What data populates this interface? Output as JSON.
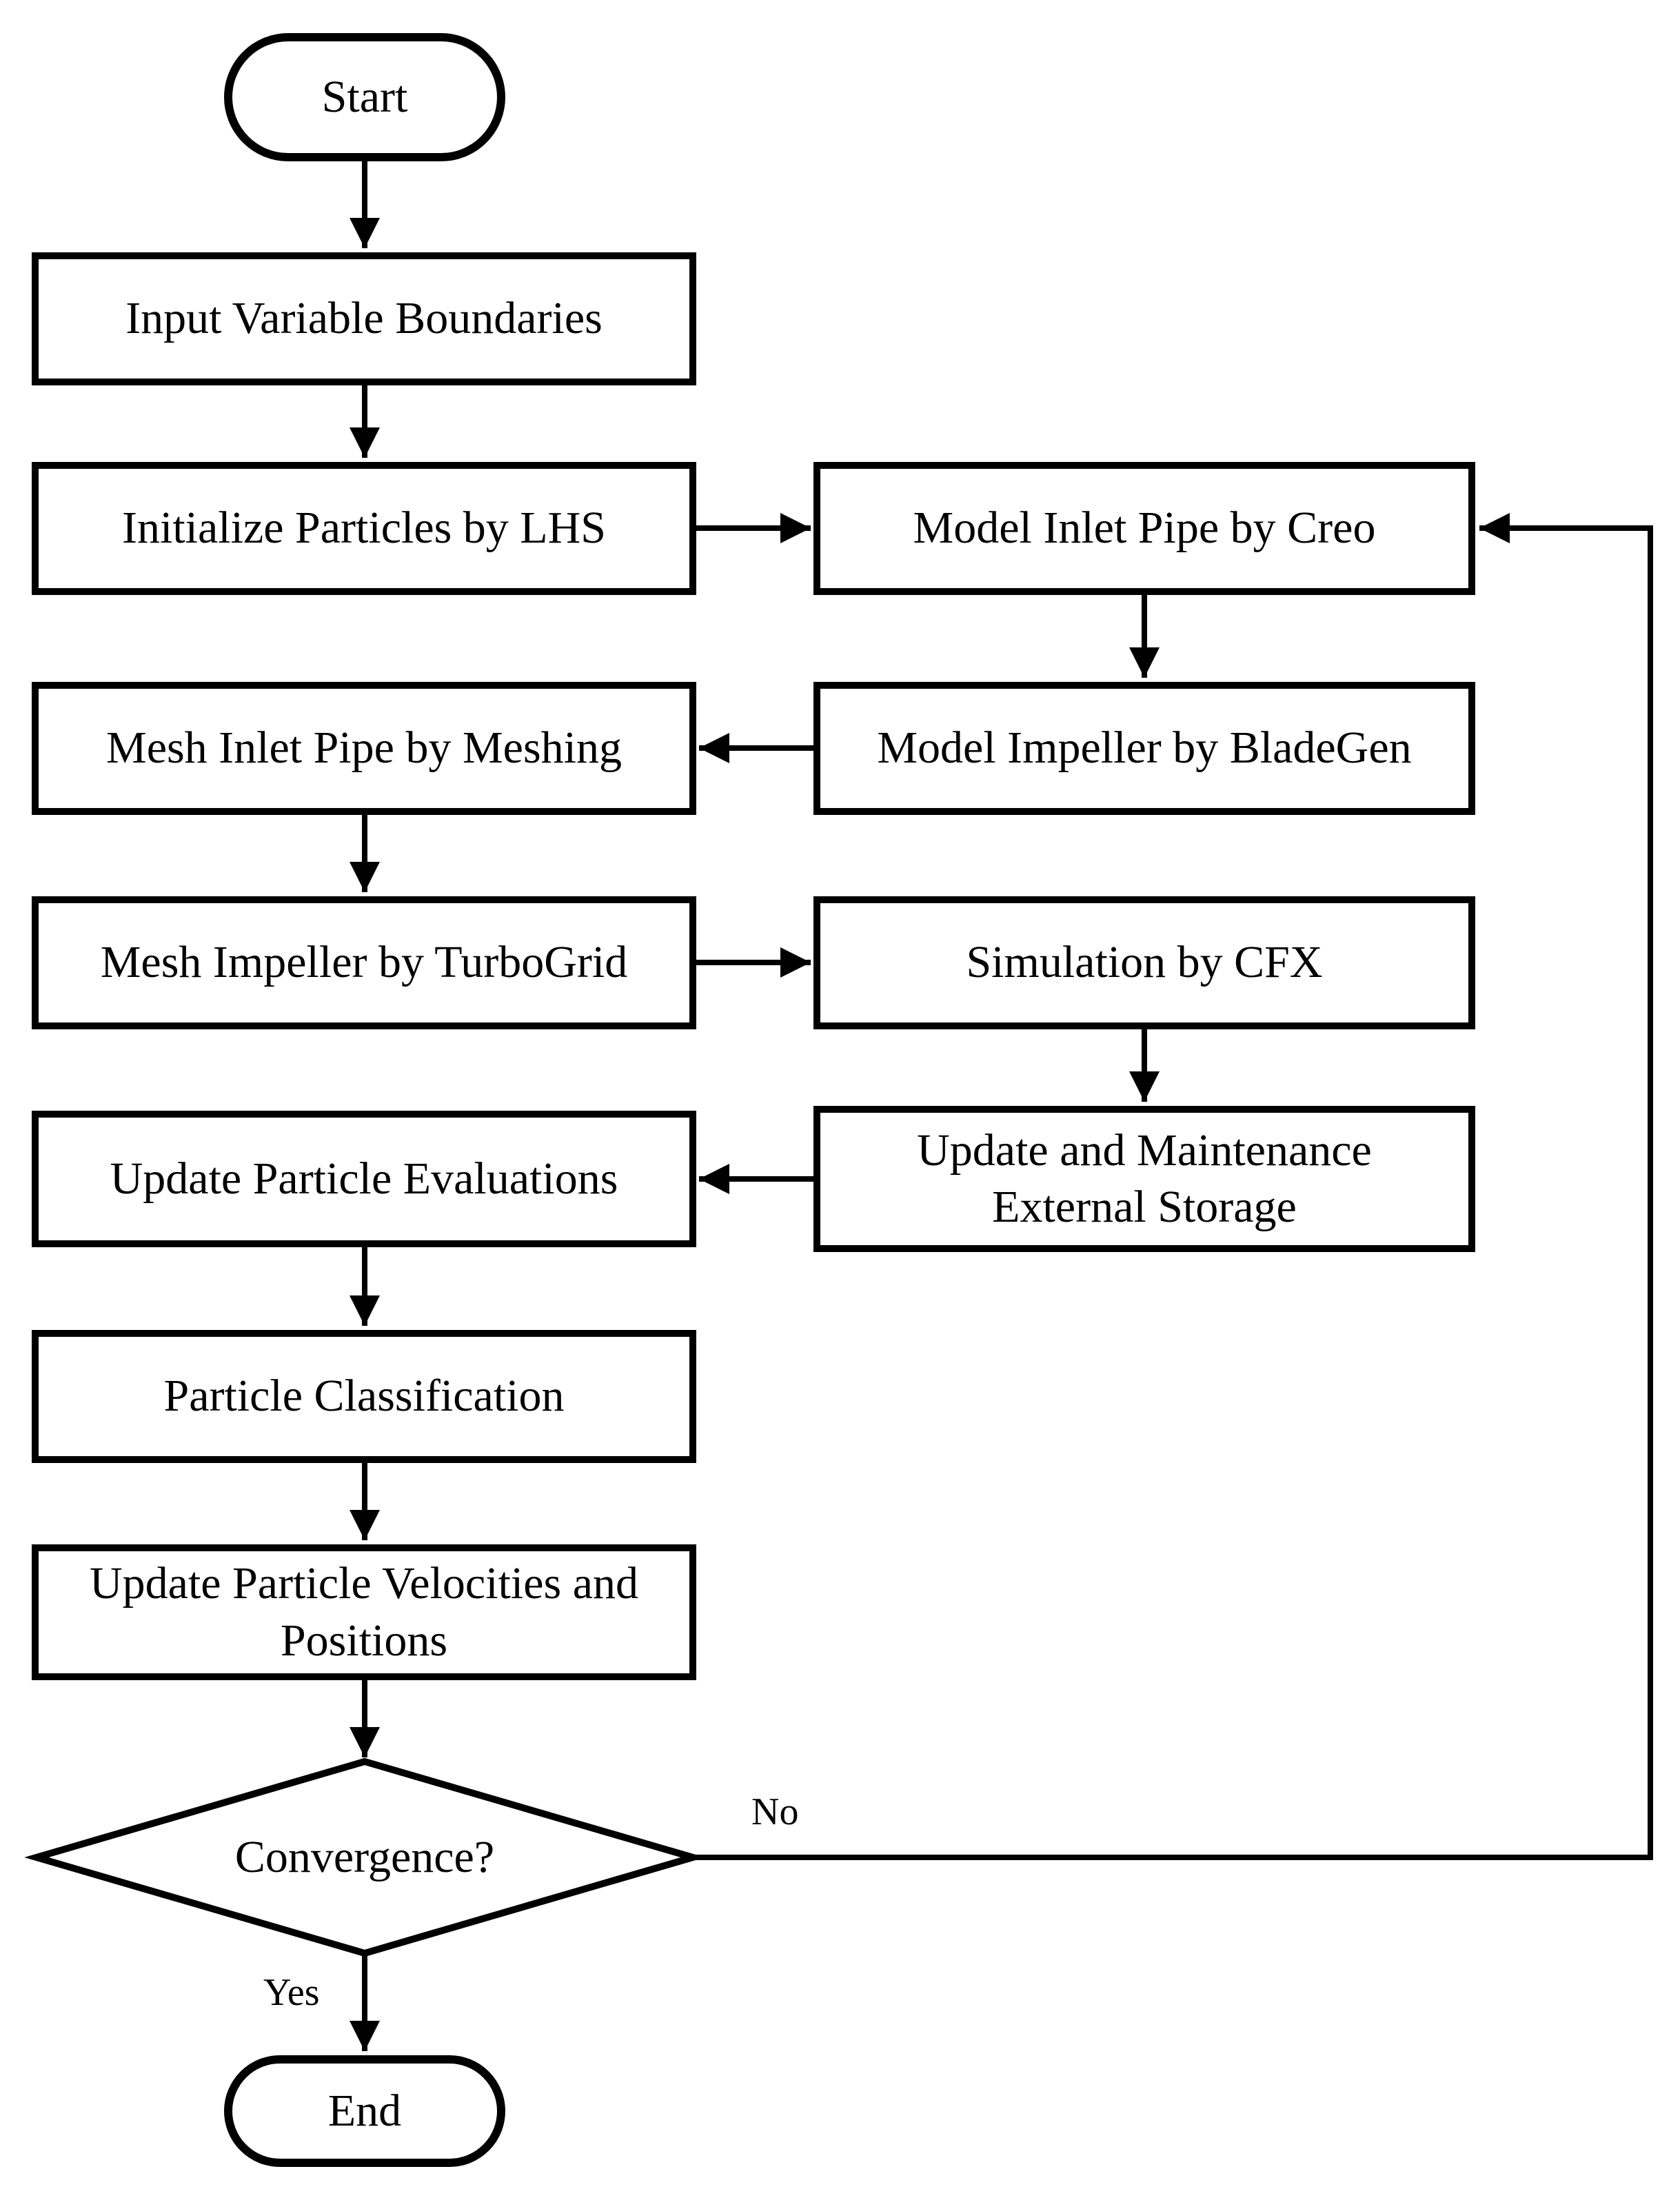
{
  "nodes": {
    "start": {
      "label": "Start",
      "shape": "terminator"
    },
    "input_boundaries": {
      "label": "Input Variable Boundaries",
      "shape": "process"
    },
    "initialize_particles": {
      "label": "Initialize Particles by LHS",
      "shape": "process"
    },
    "model_inlet_pipe": {
      "label": "Model Inlet Pipe by Creo",
      "shape": "process"
    },
    "mesh_inlet_pipe": {
      "label": "Mesh Inlet Pipe by Meshing",
      "shape": "process"
    },
    "model_impeller": {
      "label": "Model Impeller by BladeGen",
      "shape": "process"
    },
    "mesh_impeller": {
      "label": "Mesh Impeller by TurboGrid",
      "shape": "process"
    },
    "simulation": {
      "label": "Simulation by CFX",
      "shape": "process"
    },
    "update_evaluations": {
      "label": "Update Particle Evaluations",
      "shape": "process"
    },
    "external_storage": {
      "label": "Update and Maintenance External Storage",
      "shape": "process"
    },
    "particle_classification": {
      "label": "Particle Classification",
      "shape": "process"
    },
    "update_velocities": {
      "label": "Update Particle Velocities and Positions",
      "shape": "process"
    },
    "convergence": {
      "label": "Convergence?",
      "shape": "decision"
    },
    "end": {
      "label": "End",
      "shape": "terminator"
    }
  },
  "edge_labels": {
    "no": "No",
    "yes": "Yes"
  },
  "edges": [
    {
      "from": "start",
      "to": "input_boundaries"
    },
    {
      "from": "input_boundaries",
      "to": "initialize_particles"
    },
    {
      "from": "initialize_particles",
      "to": "model_inlet_pipe"
    },
    {
      "from": "model_inlet_pipe",
      "to": "model_impeller"
    },
    {
      "from": "model_impeller",
      "to": "mesh_inlet_pipe"
    },
    {
      "from": "mesh_inlet_pipe",
      "to": "mesh_impeller"
    },
    {
      "from": "mesh_impeller",
      "to": "simulation"
    },
    {
      "from": "simulation",
      "to": "external_storage"
    },
    {
      "from": "external_storage",
      "to": "update_evaluations"
    },
    {
      "from": "update_evaluations",
      "to": "particle_classification"
    },
    {
      "from": "particle_classification",
      "to": "update_velocities"
    },
    {
      "from": "update_velocities",
      "to": "convergence"
    },
    {
      "from": "convergence",
      "to": "end",
      "label": "Yes"
    },
    {
      "from": "convergence",
      "to": "model_inlet_pipe",
      "label": "No"
    }
  ],
  "colors": {
    "stroke": "#000000",
    "node_fill": "#ffffff",
    "background": "#ffffff"
  }
}
